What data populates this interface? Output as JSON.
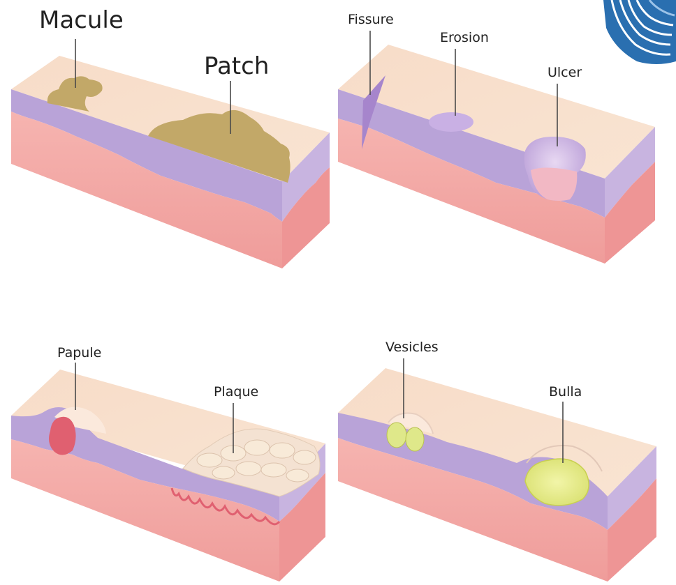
{
  "panels": [
    {
      "id": "macule-patch",
      "labels": {
        "macule": "Macule",
        "patch": "Patch"
      }
    },
    {
      "id": "fissure-erosion-ulcer",
      "labels": {
        "fissure": "Fissure",
        "erosion": "Erosion",
        "ulcer": "Ulcer"
      }
    },
    {
      "id": "papule-plaque",
      "labels": {
        "papule": "Papule",
        "plaque": "Plaque"
      }
    },
    {
      "id": "vesicles-bulla",
      "labels": {
        "vesicles": "Vesicles",
        "bulla": "Bulla"
      }
    }
  ],
  "colors": {
    "epidermis_top": "#f8dcc6",
    "epidermis_layer": "#b9a3d8",
    "dermis_front": "#f2a9a7",
    "dermis_side": "#ee9595",
    "lesion_pigment": "#c2a868",
    "lesion_vesicle": "#dfe88a",
    "lesion_papule": "#e06070",
    "logo_blue": "#2a6fb0"
  },
  "icons": {
    "logo": "shield-logo-icon"
  }
}
